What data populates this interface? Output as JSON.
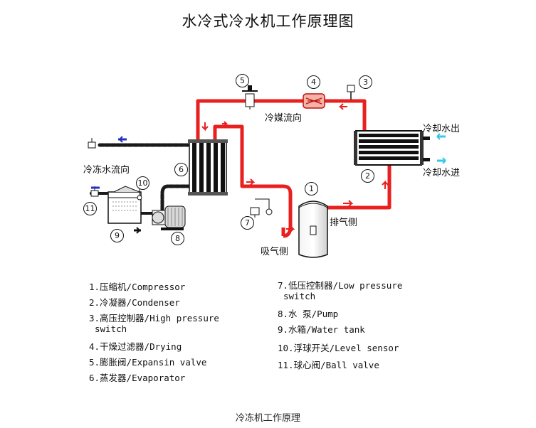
{
  "title": "水冷式冷水机工作原理图",
  "labels": {
    "refrigerant_flow": "冷媒流向",
    "cooling_water_out": "冷却水出",
    "cooling_water_in": "冷却水进",
    "chilled_water_flow": "冷冻水流向",
    "discharge_side": "排气侧",
    "suction_side": "吸气侧"
  },
  "numbers": [
    "1",
    "2",
    "3",
    "4",
    "5",
    "6",
    "7",
    "8",
    "9",
    "10",
    "11"
  ],
  "legend_left": [
    {
      "line1": "1.压缩机/Compressor"
    },
    {
      "line1": "2.冷凝器/Condenser"
    },
    {
      "line1": "3.高压控制器/High pressure",
      "line2": "switch"
    },
    {
      "line1": "4.干燥过滤器/Drying"
    },
    {
      "line1": "5.膨胀阀/Expansin valve"
    },
    {
      "line1": "6.蒸发器/Evaporator"
    }
  ],
  "legend_right": [
    {
      "line1": "7.低压控制器/Low pressure",
      "line2": "switch"
    },
    {
      "line1": "8.水 泵/Pump"
    },
    {
      "line1": "9.水箱/Water tank"
    },
    {
      "line1": "10.浮球开关/Level sensor"
    },
    {
      "line1": "11.球心阀/Ball valve"
    }
  ],
  "caption": "冷冻机工作原理",
  "colors": {
    "refrigerant_pipe": "#e8201f",
    "water_pipe": "#1a1a1a",
    "chilled_arrow": "#2233bb",
    "cooling_arrow": "#35c8e8"
  }
}
